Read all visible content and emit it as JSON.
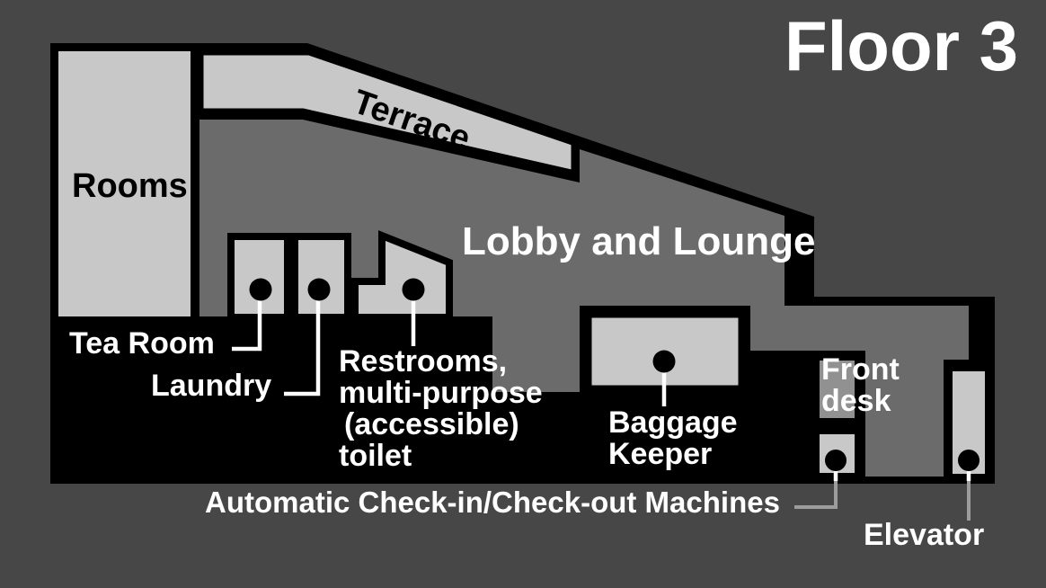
{
  "title": "Floor 3",
  "colors": {
    "background": "#474747",
    "building_black": "#000000",
    "lobby": "#6b6b6b",
    "room_light": "#c8c8c8",
    "front_desk": "#919191",
    "marker_dot": "#000000",
    "leader_white": "#ffffff",
    "leader_gray": "#9c9c9c",
    "label_white": "#ffffff",
    "label_black": "#000000"
  },
  "areas": {
    "rooms": {
      "label": "Rooms"
    },
    "terrace": {
      "label": "Terrace"
    },
    "lobby": {
      "label": "Lobby and Lounge"
    }
  },
  "callouts": {
    "tea_room": {
      "label": "Tea Room"
    },
    "laundry": {
      "label": "Laundry"
    },
    "restrooms": {
      "lines": [
        "Restrooms,",
        "multi-purpose",
        "(accessible)",
        "toilet"
      ]
    },
    "baggage_keeper": {
      "lines": [
        "Baggage",
        "Keeper"
      ]
    },
    "front_desk": {
      "lines": [
        "Front",
        "desk"
      ]
    },
    "checkin_machines": {
      "label": "Automatic Check-in/Check-out Machines"
    },
    "elevator": {
      "label": "Elevator"
    }
  }
}
